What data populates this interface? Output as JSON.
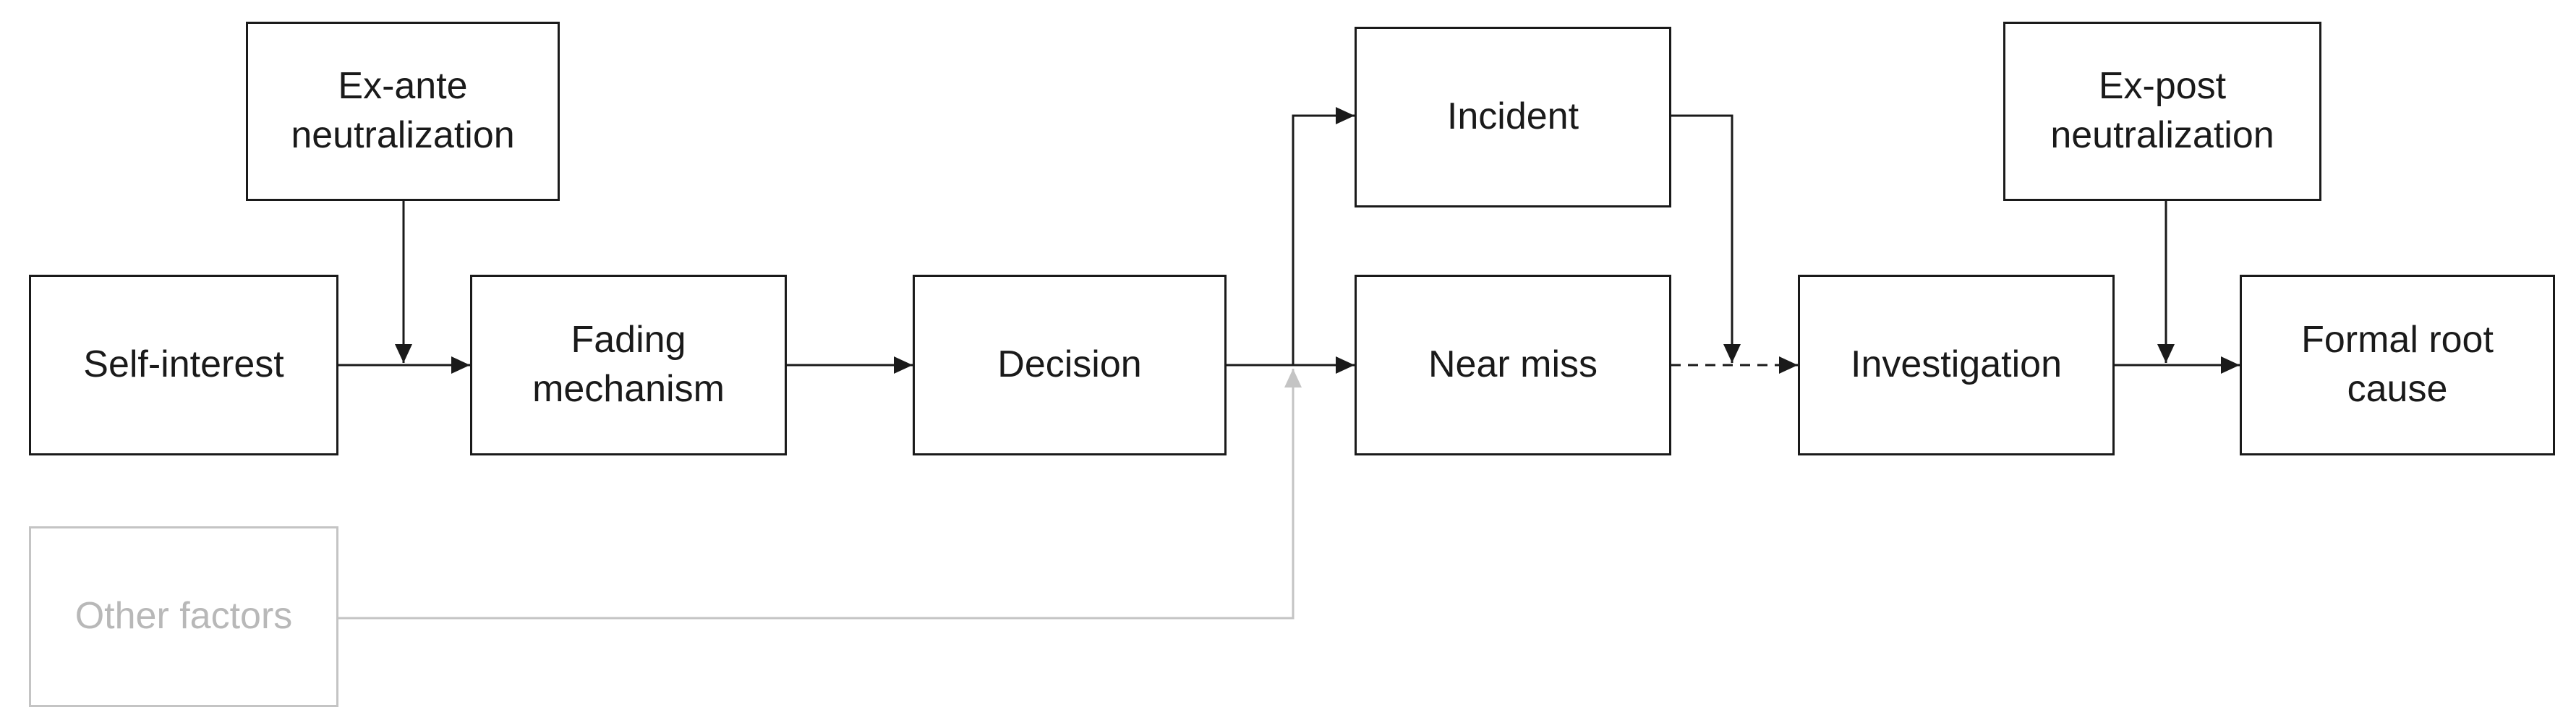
{
  "diagram": {
    "nodes": {
      "self_interest": "Self-interest",
      "ex_ante": "Ex-ante\nneutralization",
      "fading": "Fading\nmechanism",
      "decision": "Decision",
      "incident": "Incident",
      "near_miss": "Near miss",
      "other_factors": "Other factors",
      "investigation": "Investigation",
      "ex_post": "Ex-post\nneutralization",
      "formal_root_cause": "Formal root\ncause"
    },
    "colors": {
      "stroke": "#1a1a1a",
      "muted_stroke": "#b8b8b8",
      "muted_text": "#b8b8b8"
    },
    "edges": [
      {
        "from": "self_interest",
        "to": "fading",
        "style": "solid"
      },
      {
        "from": "ex_ante",
        "to": "self_interest-fading-link",
        "style": "solid"
      },
      {
        "from": "fading",
        "to": "decision",
        "style": "solid"
      },
      {
        "from": "decision",
        "to": "incident",
        "style": "solid"
      },
      {
        "from": "decision",
        "to": "near_miss",
        "style": "solid"
      },
      {
        "from": "other_factors",
        "to": "decision-outcome-link",
        "style": "muted"
      },
      {
        "from": "incident",
        "to": "near_miss-investigation-link",
        "style": "solid"
      },
      {
        "from": "near_miss",
        "to": "investigation",
        "style": "dashed"
      },
      {
        "from": "investigation",
        "to": "formal_root_cause",
        "style": "solid"
      },
      {
        "from": "ex_post",
        "to": "investigation-root-cause-link",
        "style": "solid"
      }
    ]
  }
}
